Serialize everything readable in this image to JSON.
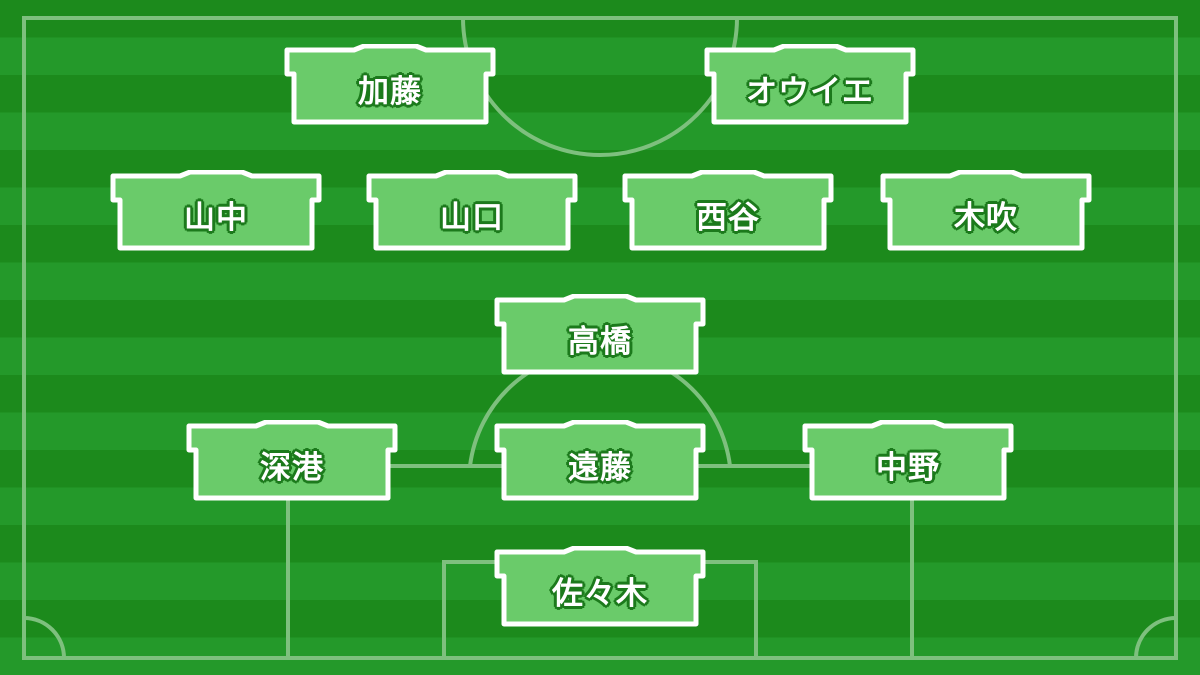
{
  "colors": {
    "grass_dark": "#1c8a1c",
    "grass_light": "#24992a",
    "line": "#7ec07e",
    "shirt_fill": "#6acb6a",
    "shirt_outline": "#ffffff",
    "name_text": "#ffffff",
    "name_outline": "#1c7a1c"
  },
  "players": [
    {
      "name": "加藤",
      "position": "forward-left"
    },
    {
      "name": "オウイエ",
      "position": "forward-right"
    },
    {
      "name": "山中",
      "position": "midfield-left"
    },
    {
      "name": "山口",
      "position": "midfield-center-left"
    },
    {
      "name": "西谷",
      "position": "midfield-center-right"
    },
    {
      "name": "木吹",
      "position": "midfield-right"
    },
    {
      "name": "高橋",
      "position": "defensive-midfield"
    },
    {
      "name": "深港",
      "position": "defender-left"
    },
    {
      "name": "遠藤",
      "position": "defender-center"
    },
    {
      "name": "中野",
      "position": "defender-right"
    },
    {
      "name": "佐々木",
      "position": "goalkeeper"
    }
  ]
}
